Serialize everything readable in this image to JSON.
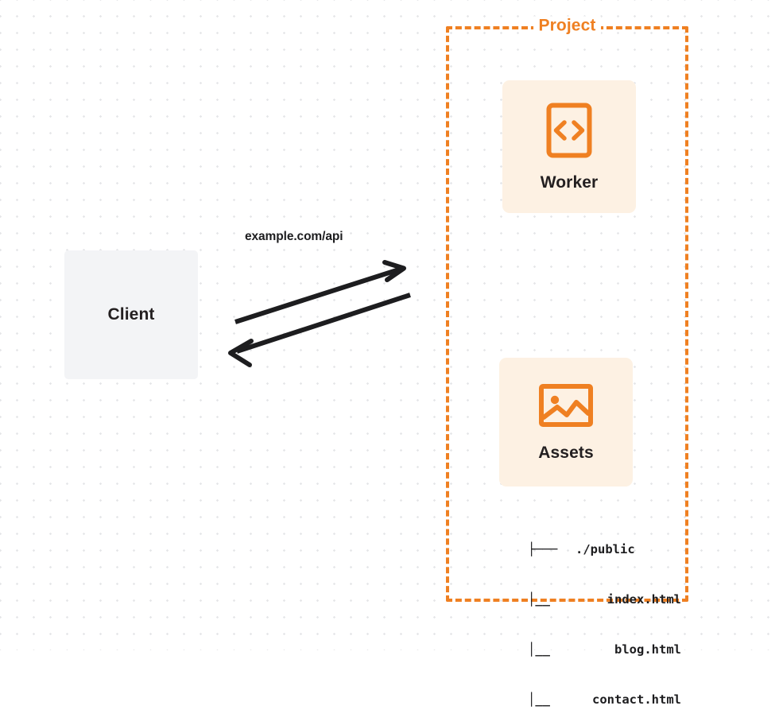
{
  "diagram": {
    "title": "Project",
    "background": {
      "color": "#ffffff",
      "dot_color": "#e6e7e9"
    },
    "colors": {
      "accent_orange": "#ef8022",
      "card_background": "#fdf1e3",
      "client_background": "#f3f4f6",
      "text_dark": "#231f20",
      "arrow": "#1d1d1f"
    }
  },
  "client": {
    "label": "Client",
    "icon": "none"
  },
  "connection": {
    "label": "example.com/api",
    "request_direction": "client-to-project",
    "response_direction": "project-to-client",
    "arrow_count": 2
  },
  "project": {
    "title": "Project",
    "border_style": "dashed",
    "services": [
      {
        "label": "Worker",
        "icon": "code-brackets-icon"
      },
      {
        "label": "Assets",
        "icon": "image-icon"
      }
    ]
  },
  "file_tree": {
    "rows": [
      {
        "glyph": "├───",
        "name": "./public",
        "align": "left"
      },
      {
        "glyph": "│__",
        "name": "index.html",
        "align": "right"
      },
      {
        "glyph": "│__",
        "name": "blog.html",
        "align": "right"
      },
      {
        "glyph": "│__",
        "name": "contact.html",
        "align": "right"
      }
    ]
  }
}
